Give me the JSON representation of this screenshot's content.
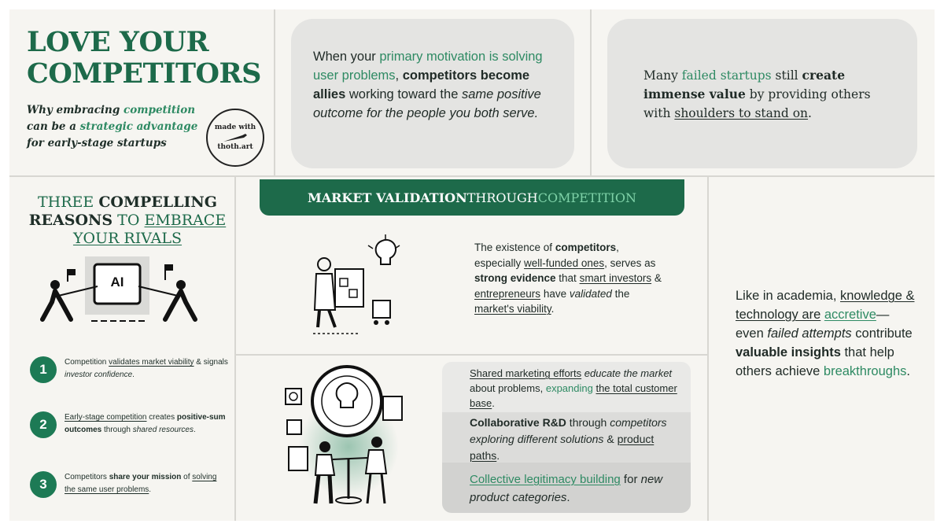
{
  "header": {
    "title_line1": "LOVE YOUR",
    "title_line2": "COMPETITORS",
    "subtitle": {
      "p1": "Why embracing ",
      "p2": "competition",
      "p3": " can be a ",
      "p4": "strategic advantage",
      "p5": " for early-stage startups"
    },
    "badge": {
      "line1": "made with",
      "line2": "thoth.art"
    }
  },
  "quote_left": {
    "p1": "When your ",
    "p2": "primary motivation is solving user problems",
    "p3": ", ",
    "p4": "competitors become allies",
    "p5": " working toward the ",
    "p6": "same positive outcome for the people you both serve."
  },
  "quote_right": {
    "p1": "Many ",
    "p2": "failed startups",
    "p3": " still ",
    "p4": "create immense value",
    "p5": " by providing others with ",
    "p6": "shoulders to stand on",
    "p7": "."
  },
  "reasons": {
    "title": {
      "p1": "THREE ",
      "p2": "COMPELLING REASONS",
      "p3": " TO ",
      "p4": "EMBRACE YOUR RIVALS"
    },
    "ai_label": "AI",
    "items": [
      {
        "num": "1",
        "p1": "Competition ",
        "p2": "validates market viability",
        "p3": " & signals ",
        "p4": "investor confidence",
        "p5": "."
      },
      {
        "num": "2",
        "p1": "Early-stage competition",
        "p2": " creates ",
        "p3": "positive-sum outcomes",
        "p4": " through ",
        "p5": "shared resources",
        "p6": "."
      },
      {
        "num": "3",
        "p1": "Competitors ",
        "p2": "share your mission",
        "p3": " of ",
        "p4": "solving the same user problems",
        "p5": "."
      }
    ]
  },
  "market_validation": {
    "banner": {
      "p1": "MARKET VALIDATION",
      "p2": " THROUGH ",
      "p3": "COMPETITION"
    },
    "text": {
      "p1": "The existence of ",
      "p2": "competitors",
      "p3": ", especially ",
      "p4": "well-funded ones",
      "p5": ", serves as ",
      "p6": "strong evidence",
      "p7": " that ",
      "p8": "smart investors",
      "p9": " & ",
      "p10": "entrepreneurs",
      "p11": " have ",
      "p12": "validated",
      "p13": " the ",
      "p14": "market's viability",
      "p15": "."
    }
  },
  "benefits": [
    {
      "p1": "Shared marketing efforts",
      "p2": " ",
      "p3": "educate the market",
      "p4": " about problems, ",
      "p5": "expanding",
      "p6": " ",
      "p7": "the total customer base",
      "p8": "."
    },
    {
      "p1": "Collaborative R&D",
      "p2": " through ",
      "p3": "competitors exploring different solutions",
      "p4": " & ",
      "p5": "product paths",
      "p6": "."
    },
    {
      "p1": "Collective legitimacy building",
      "p2": " for ",
      "p3": "new product categories",
      "p4": "."
    }
  ],
  "academia": {
    "p1": "Like in academia, ",
    "p2": "knowledge & technology are",
    "p3": " ",
    "p4": "accretive",
    "p5": "—even ",
    "p6": "failed attempts",
    "p7": " contribute ",
    "p8": "valuable insights",
    "p9": " that help others achieve ",
    "p10": "breakthroughs",
    "p11": "."
  }
}
